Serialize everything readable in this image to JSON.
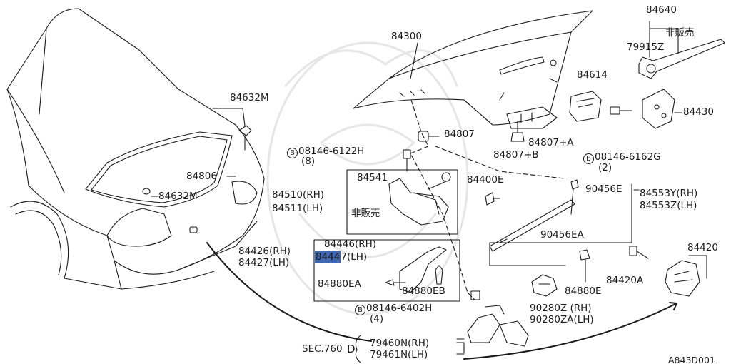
{
  "diagram": {
    "title": "Trunk Lid & Fitting parts diagram",
    "diagram_code": "A843D001",
    "highlight_color": "#3f67b4",
    "labels": {
      "p84300": "84300",
      "p84640": "84640",
      "p79915z": "79915Z",
      "not_for_sale_top": "非販売",
      "p84614": "84614",
      "p84430": "84430",
      "p84632m_top": "84632M",
      "p84807": "84807",
      "p84807a": "84807+A",
      "p84807b": "84807+B",
      "bolt_6122h": "08146-6122H",
      "qty_8": "(8)",
      "bolt_6162g": "08146-6162G",
      "qty_2": "(2)",
      "p84806": "84806",
      "p84632m_bottom": "84632M",
      "p84541": "84541",
      "p84400e": "84400E",
      "p84510": "84510(RH)",
      "p84511": "84511(LH)",
      "not_for_sale_mid": "非販売",
      "p90456e": "90456E",
      "p84553y": "84553Y(RH)",
      "p84553z": "84553Z(LH)",
      "p90456ea": "90456EA",
      "p84446": "84446(RH)",
      "p84447_hl": "8444",
      "p84447_rest": "7(LH)",
      "p84426": "84426(RH)",
      "p84427": "84427(LH)",
      "p84880ea": "84880EA",
      "p84880eb": "84880EB",
      "p84880e": "84880E",
      "p84420": "84420",
      "p84420a": "84420A",
      "bolt_6402h": "08146-6402H",
      "qty_4": "(4)",
      "p90280z": "90280Z (RH)",
      "p90280za": "90280ZA(LH)",
      "sec760d": "SEC.760",
      "p79460n": "79460N(RH)",
      "p79461n": "79461N(LH)",
      "bolt_symbol": "B"
    }
  }
}
